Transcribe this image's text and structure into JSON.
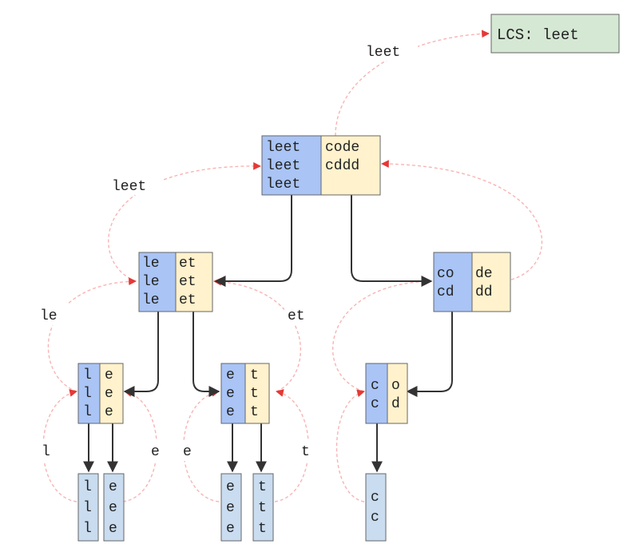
{
  "colors": {
    "left_fill": "#a9c4f5",
    "right_fill": "#fff2cc",
    "leaf_fill": "#c9dcf0",
    "result_fill": "#d5e8d4",
    "box_stroke": "#666666",
    "tree_edge": "#333333",
    "return_edge": "#f8b4b4",
    "return_arrow": "#e53935"
  },
  "result": {
    "text": "LCS: leet"
  },
  "nodes": {
    "root": {
      "left": [
        "leet",
        "leet",
        "leet"
      ],
      "right": [
        "code",
        "cddd"
      ]
    },
    "le_et": {
      "left": [
        "le",
        "le",
        "le"
      ],
      "right": [
        "et",
        "et",
        "et"
      ]
    },
    "co_de": {
      "left": [
        "co",
        "cd"
      ],
      "right": [
        "de",
        "dd"
      ]
    },
    "l_e": {
      "left": [
        "l",
        "l",
        "l"
      ],
      "right": [
        "e",
        "e",
        "e"
      ]
    },
    "e_t": {
      "left": [
        "e",
        "e",
        "e"
      ],
      "right": [
        "t",
        "t",
        "t"
      ]
    },
    "c_o": {
      "left": [
        "c",
        "c"
      ],
      "right": [
        "o",
        "d"
      ]
    },
    "leaf_l": {
      "lines": [
        "l",
        "l",
        "l"
      ]
    },
    "leaf_e1": {
      "lines": [
        "e",
        "e",
        "e"
      ]
    },
    "leaf_e2": {
      "lines": [
        "e",
        "e",
        "e"
      ]
    },
    "leaf_t": {
      "lines": [
        "t",
        "t",
        "t"
      ]
    },
    "leaf_c": {
      "lines": [
        "c",
        "c"
      ]
    }
  },
  "edge_labels": {
    "root_result": "leet",
    "left_root": "leet",
    "le": "le",
    "et": "et",
    "l": "l",
    "e_left": "e",
    "e_right": "e",
    "t": "t"
  }
}
